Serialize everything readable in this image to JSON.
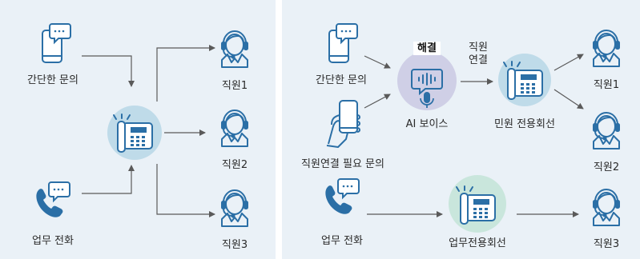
{
  "left_panel": {
    "sources": [
      {
        "label": "간단한 문의",
        "icon": "smartphone-chat-icon"
      },
      {
        "label": "업무 전화",
        "icon": "phone-chat-icon"
      }
    ],
    "hub_icon": "desk-phone-icon",
    "agents": [
      {
        "label": "직원1",
        "icon": "headset-agent-icon"
      },
      {
        "label": "직원2",
        "icon": "headset-agent-icon"
      },
      {
        "label": "직원3",
        "icon": "headset-agent-icon"
      }
    ]
  },
  "right_panel": {
    "sources": [
      {
        "label": "간단한 문의",
        "icon": "smartphone-chat-icon"
      },
      {
        "label": "직원연결 필요 문의",
        "icon": "hand-smartphone-icon"
      },
      {
        "label": "업무 전화",
        "icon": "phone-chat-icon"
      }
    ],
    "ai_voice": {
      "badge": "해결",
      "label": "AI 보이스",
      "icon": "voice-chat-icon"
    },
    "connect_note": [
      "직원",
      "연결"
    ],
    "civil_line": {
      "label": "민원 전용회선",
      "icon": "desk-phone-icon"
    },
    "business_line": {
      "label": "업무전용회선",
      "icon": "desk-phone-icon"
    },
    "agents": [
      {
        "label": "직원1",
        "icon": "headset-agent-icon"
      },
      {
        "label": "직원2",
        "icon": "headset-agent-icon"
      },
      {
        "label": "직원3",
        "icon": "headset-agent-icon"
      }
    ]
  },
  "colors": {
    "panel_bg": "#eaf1f7",
    "icon_blue": "#2b6fa6",
    "hub_circle": "#bfdbe9",
    "ai_circle": "#cfcfe6",
    "business_circle": "#c9e6dc",
    "arrow": "#5a5a5a"
  }
}
